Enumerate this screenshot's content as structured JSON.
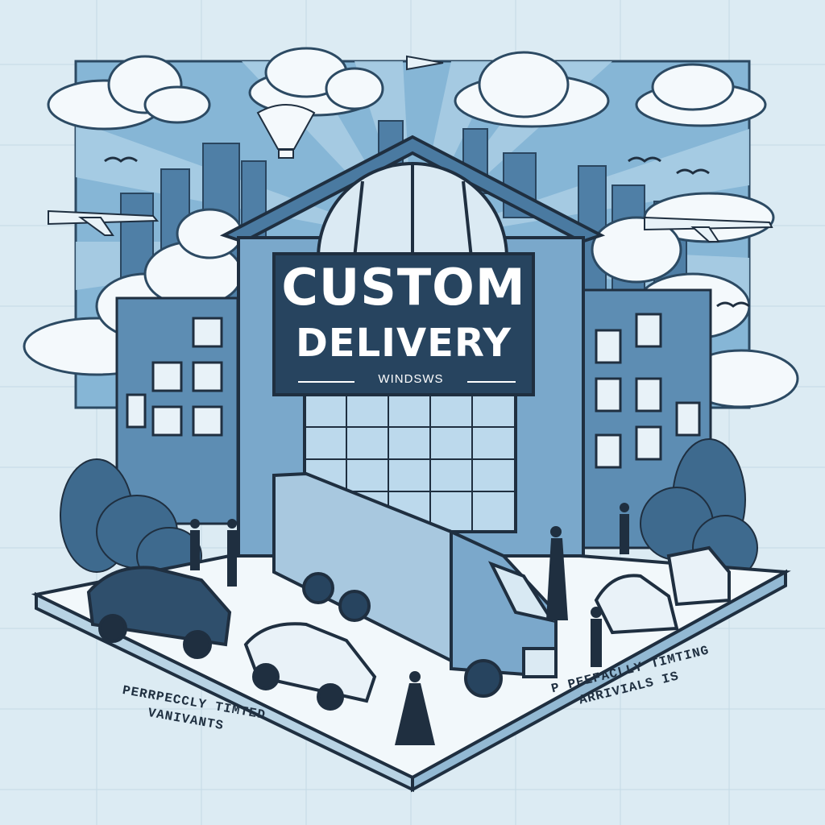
{
  "sign": {
    "line1": "CUSTOM",
    "line2": "DELIVERY",
    "line3": "WINDSWS"
  },
  "captions": {
    "left_line1": "PERRPECCLY TIMTED",
    "left_line2": "VANIVANTS",
    "right_line1": "P PEEFACLLY TIMTING",
    "right_line2": "ARRIVIALS IS"
  },
  "colors": {
    "background": "#dcebf3",
    "sky_panel": "#7fb0d3",
    "building": "#6e9fc4",
    "sign_panel": "#27445f",
    "outline": "#1f2f40",
    "platform": "#f2f8fb"
  },
  "icons": [
    "cloud-icon",
    "airplane-icon",
    "hot-air-balloon-icon",
    "bird-icon",
    "truck-icon",
    "car-icon",
    "person-icon",
    "tree-icon"
  ]
}
